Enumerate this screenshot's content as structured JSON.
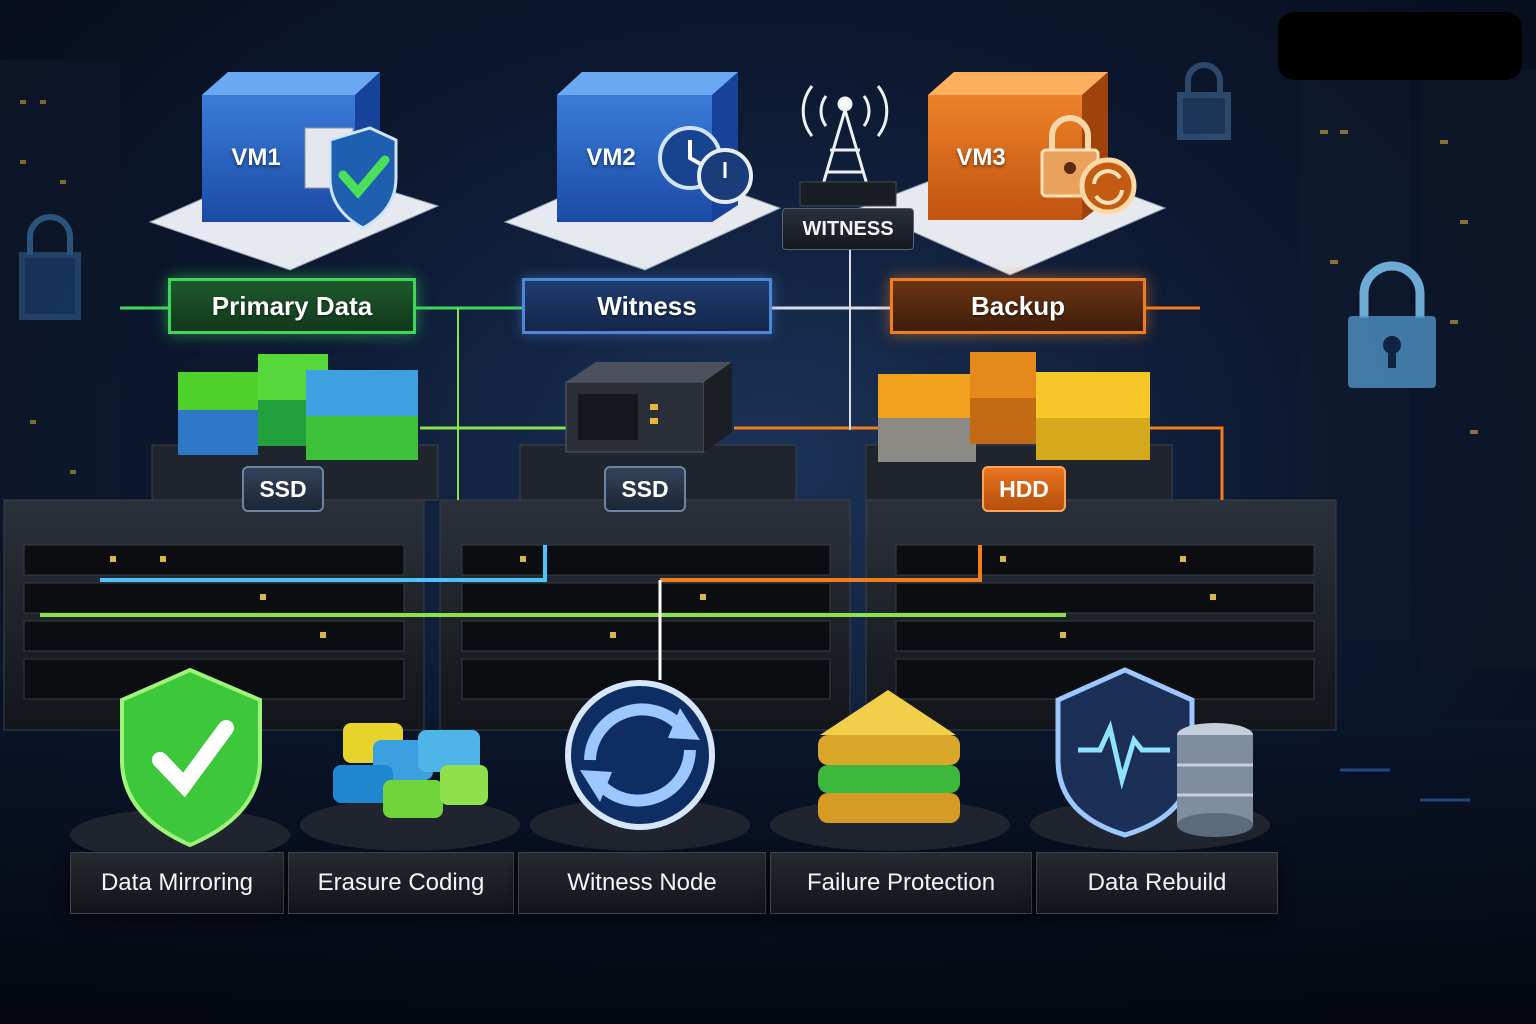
{
  "diagram": {
    "vms": [
      {
        "id": "vm1",
        "label": "VM1"
      },
      {
        "id": "vm2",
        "label": "VM2"
      },
      {
        "id": "vm3",
        "label": "VM3"
      }
    ],
    "witness_tower_label": "WITNESS",
    "tiers": [
      {
        "id": "primary",
        "label": "Primary Data"
      },
      {
        "id": "witness",
        "label": "Witness"
      },
      {
        "id": "backup",
        "label": "Backup"
      }
    ],
    "disks": [
      {
        "id": "ssd1",
        "label": "SSD"
      },
      {
        "id": "ssd2",
        "label": "SSD"
      },
      {
        "id": "hdd",
        "label": "HDD"
      }
    ],
    "features": [
      {
        "id": "mirroring",
        "label": "Data Mirroring"
      },
      {
        "id": "erasure",
        "label": "Erasure Coding"
      },
      {
        "id": "witness-node",
        "label": "Witness Node"
      },
      {
        "id": "failure",
        "label": "Failure Protection"
      },
      {
        "id": "rebuild",
        "label": "Data Rebuild"
      }
    ]
  },
  "colors": {
    "green": "#3fd65a",
    "blue": "#4f86d8",
    "orange": "#f27d1c",
    "cyan": "#4cc3ff",
    "background": "#0d1a33"
  },
  "icons": [
    "shield-check-icon",
    "clock-icon",
    "padlock-icon",
    "sync-icon",
    "antenna-tower-icon",
    "database-stack-icon",
    "heartbeat-shield-icon",
    "cube-cluster-icon",
    "gold-storage-icon"
  ]
}
